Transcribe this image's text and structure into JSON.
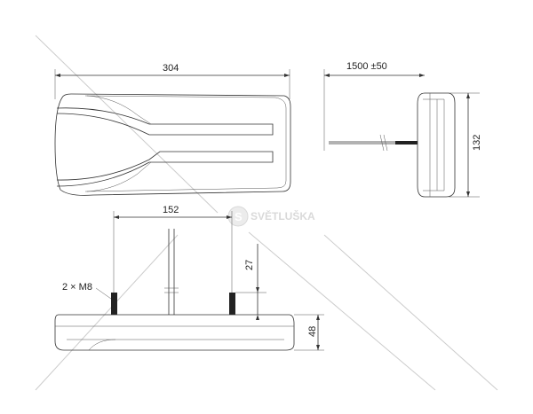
{
  "dimensions": {
    "width_top": "304",
    "cable_length": "1500 ±50",
    "height_side": "132",
    "bolt_spacing": "152",
    "bolt_length": "27",
    "bolt_spec": "2 × M8",
    "depth": "48"
  },
  "watermark": {
    "brand": "SVĚTLUŠKA",
    "color": "#bbbbbb"
  }
}
